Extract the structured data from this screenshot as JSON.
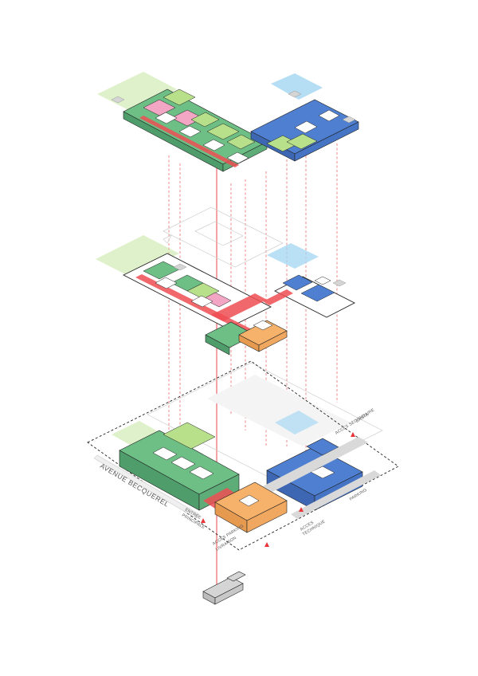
{
  "labels": {
    "street": "AVENUE BECQUEREL",
    "main_entrance": [
      "ENTREE",
      "PRINCIPALE"
    ],
    "parking_access": [
      "ACCES PARKING",
      "LIVRAISON"
    ],
    "technical_access": [
      "ACCES",
      "TECHNIQUE"
    ],
    "parking": "PARKING",
    "secondary_access": [
      "ENSTA",
      "ACCES SECONDAIRE"
    ]
  },
  "colors": {
    "green": "#6dbf86",
    "light_green": "#b8e08a",
    "pink": "#f2a6c4",
    "blue": "#4f7fd1",
    "light_blue": "#a8d8f2",
    "orange": "#f6b26b",
    "red": "#ee4d52",
    "gray": "#c9c9c9",
    "dash": "#e85a5a"
  }
}
